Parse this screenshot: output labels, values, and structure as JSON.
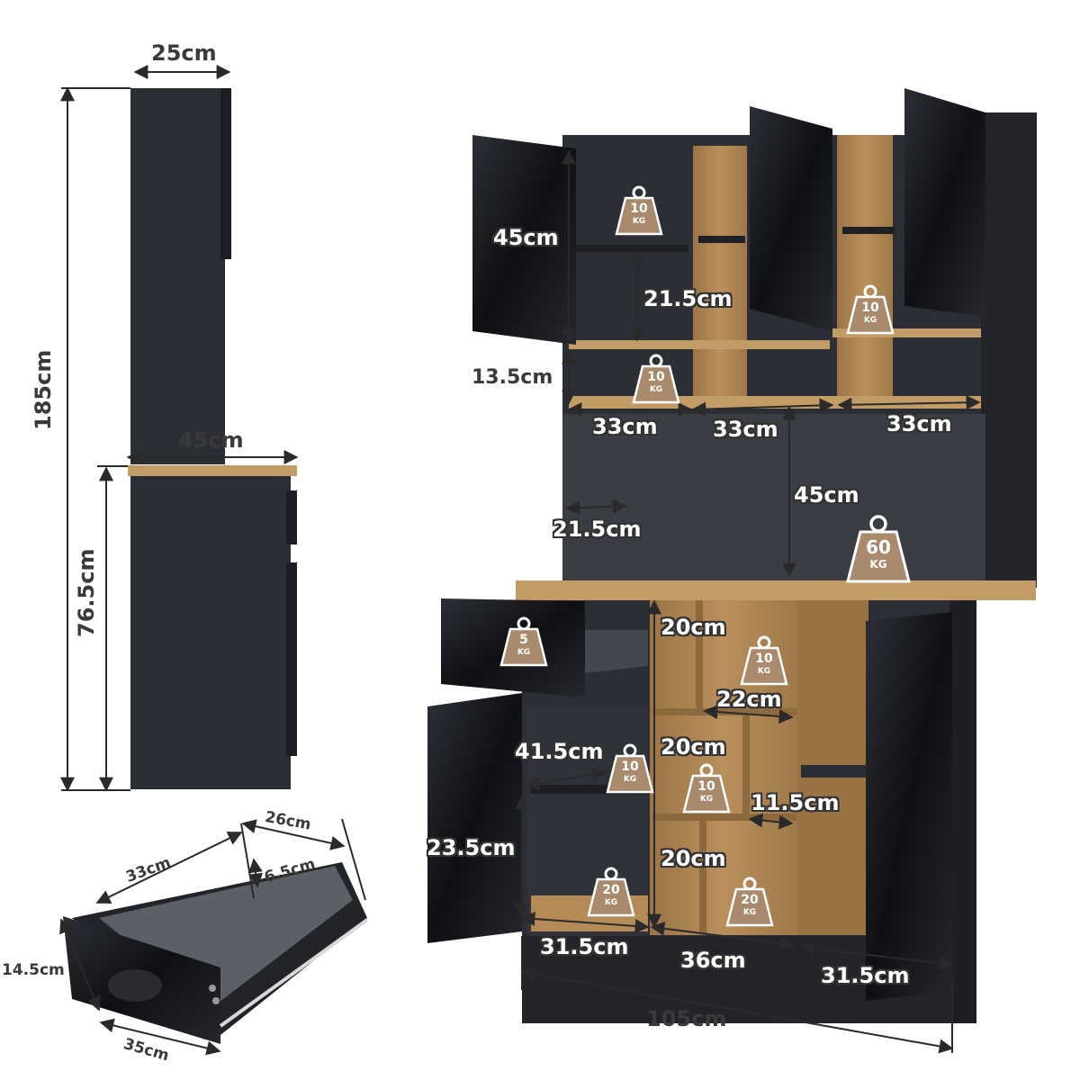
{
  "colors": {
    "panel": "#2b2e35",
    "panel_dark": "#1b1d22",
    "wood": "#b48a57",
    "wood_dark": "#8c6a3e",
    "badge": "#a98a6c",
    "line": "#2a2a2a"
  },
  "side_view": {
    "top_depth": "25cm",
    "total_height": "185cm",
    "base_depth": "45cm",
    "base_height": "76.5cm"
  },
  "drawer_detail": {
    "length": "33cm",
    "width": "26cm",
    "inner_height": "6.5cm",
    "front_height": "14.5cm",
    "front_width": "35cm"
  },
  "upper_hutch": {
    "cabinet_height": "45cm",
    "inner_shelf_height": "21.5cm",
    "open_shelf_height": "13.5cm",
    "compartment_widths": [
      "33cm",
      "33cm",
      "33cm"
    ],
    "open_area_height": "45cm",
    "open_area_depth": "21.5cm"
  },
  "lower_cabinet": {
    "cubby_heights": [
      "20cm",
      "20cm",
      "20cm"
    ],
    "cubby_width": "22cm",
    "cabinet_depth": "41.5cm",
    "cabinet_shelf_height": "23.5cm",
    "small_cubby_width": "11.5cm",
    "section_widths": [
      "31.5cm",
      "36cm",
      "31.5cm"
    ],
    "total_width": "105cm"
  },
  "weight_badges": {
    "upper_left": {
      "value": "10",
      "unit": "KG"
    },
    "upper_right": {
      "value": "10",
      "unit": "KG"
    },
    "open_shelf": {
      "value": "10",
      "unit": "KG"
    },
    "countertop": {
      "value": "60",
      "unit": "KG"
    },
    "drawer": {
      "value": "5",
      "unit": "KG"
    },
    "cubby_top": {
      "value": "10",
      "unit": "KG"
    },
    "cabinet_shelf": {
      "value": "10",
      "unit": "KG"
    },
    "cubby_mid": {
      "value": "10",
      "unit": "KG"
    },
    "cabinet_bottom": {
      "value": "20",
      "unit": "KG"
    },
    "cubby_bottom": {
      "value": "20",
      "unit": "KG"
    }
  }
}
